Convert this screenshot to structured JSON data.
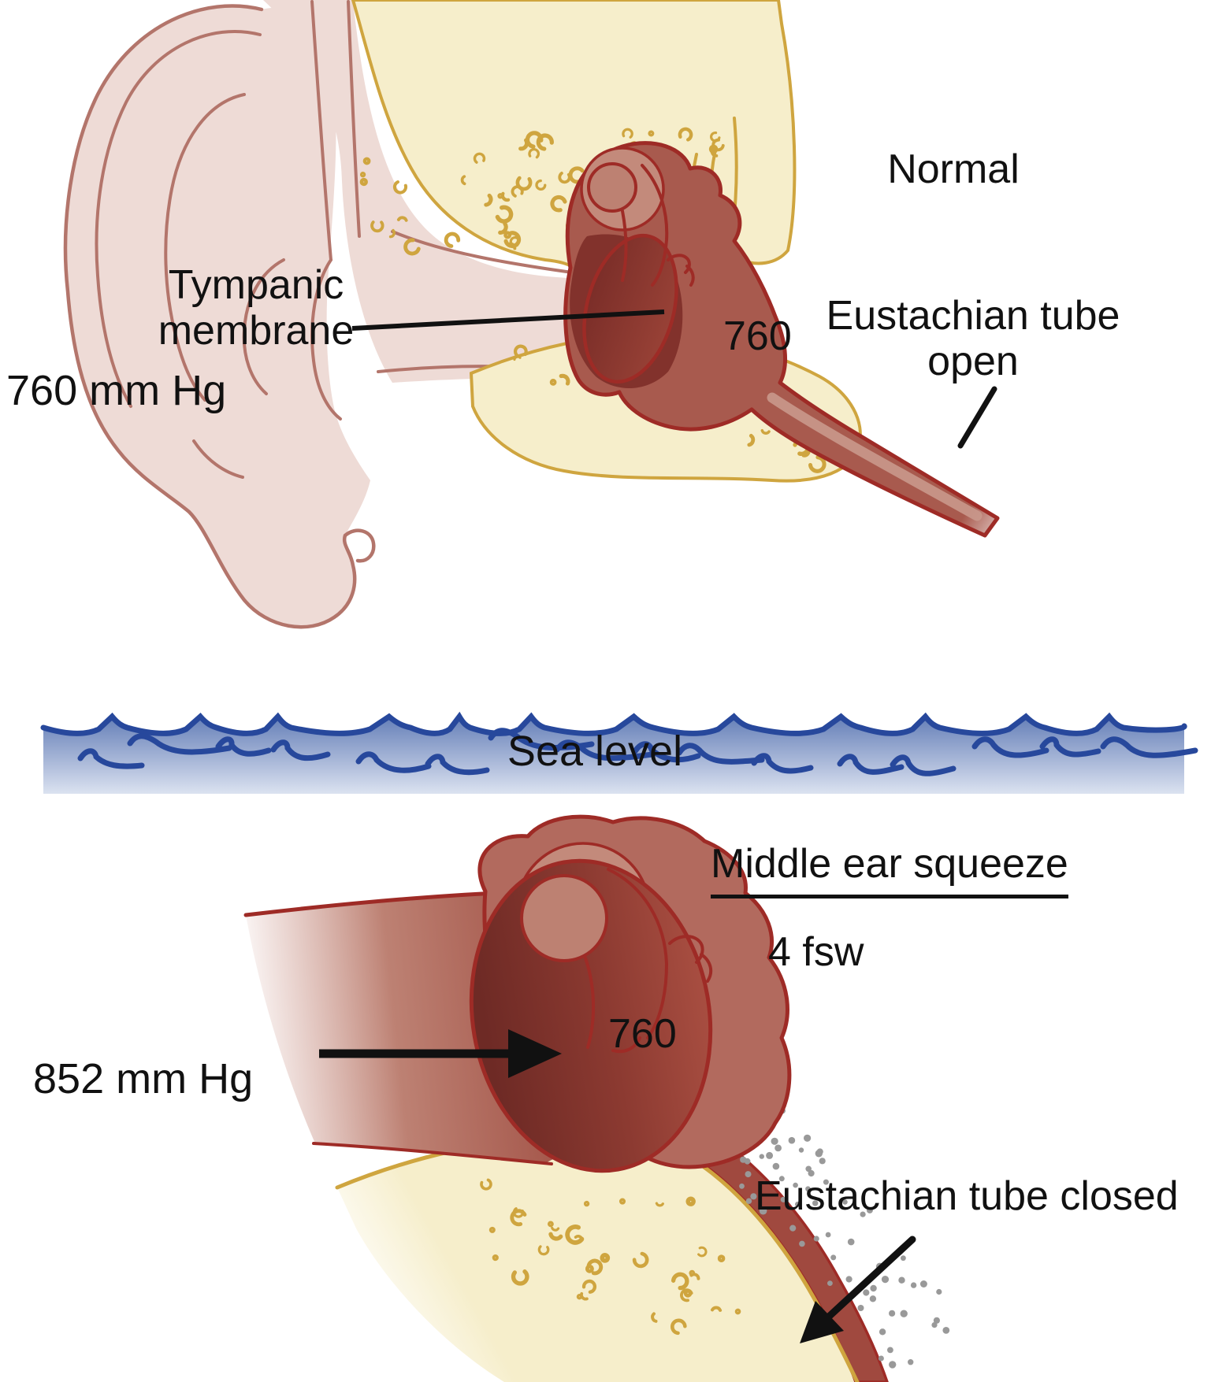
{
  "panels": {
    "normal": {
      "title": "Normal",
      "outside_pressure": "760 mm Hg",
      "middle_ear_pressure": "760",
      "tympanic_label": [
        "Tympanic",
        "membrane"
      ],
      "tube_label": [
        "Eustachian tube",
        "open"
      ]
    },
    "sea": {
      "label": "Sea level"
    },
    "squeeze": {
      "title": "Middle ear squeeze",
      "depth": "4 fsw",
      "outside_pressure": "852 mm Hg",
      "middle_ear_pressure": "760",
      "tube_label": "Eustachian tube closed"
    }
  },
  "colors": {
    "skin": "#eedbd6",
    "skin-line": "#b3756b",
    "bone": "#f6eecb",
    "bone-line": "#cfa53f",
    "tissue": "#b26a5e",
    "tissue-mid": "#c38a7b",
    "tissue-dark": "#82322c",
    "tissue-line": "#9e2b26",
    "sea-top": "#5f7ab5",
    "sea-bottom": "#dbe2f0",
    "wave": "#27489c",
    "text": "#111111",
    "dots": "#999999"
  }
}
